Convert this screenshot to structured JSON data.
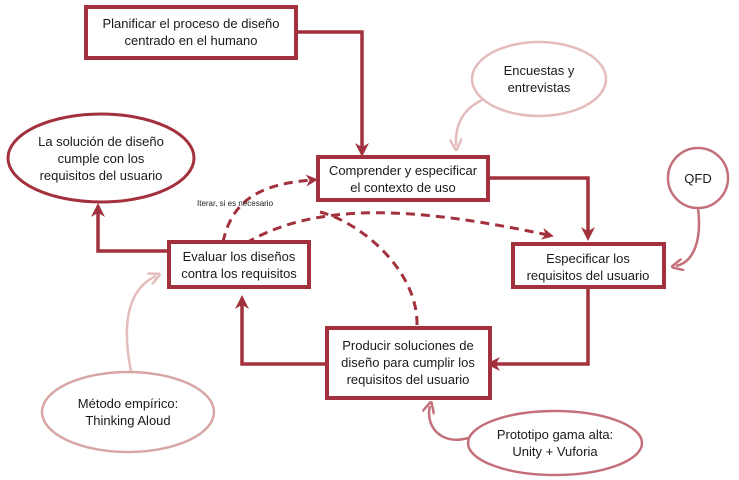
{
  "colors": {
    "primary": "#a3313d",
    "secondary": "#e5bcbc",
    "secondary_stroke": "#d8a5a5",
    "text": "#1a1a1a",
    "background": "#ffffff"
  },
  "nodes": {
    "plan": {
      "lines": [
        "Planificar el proceso de diseño",
        "centrado en el humano"
      ]
    },
    "context": {
      "lines": [
        "Comprender y especificar",
        "el contexto de uso"
      ]
    },
    "requirements": {
      "lines": [
        "Especificar los",
        "requisitos del usuario"
      ]
    },
    "produce": {
      "lines": [
        "Producir soluciones de",
        "diseño para cumplir los",
        "requisitos del usuario"
      ]
    },
    "evaluate": {
      "lines": [
        "Evaluar los diseños",
        "contra los requisitos"
      ]
    },
    "solution": {
      "lines": [
        "La solución de diseño",
        "cumple con los",
        "requisitos del usuario"
      ]
    }
  },
  "annotations": {
    "surveys": {
      "lines": [
        "Encuestas y",
        "entrevistas"
      ]
    },
    "qfd": {
      "lines": [
        "QFD"
      ]
    },
    "thinking_aloud": {
      "lines": [
        "Método empírico:",
        "Thinking Aloud"
      ]
    },
    "prototype": {
      "lines": [
        "Prototipo gama alta:",
        "Unity + Vuforia"
      ]
    }
  },
  "iterate_label": "Iterar, si es necesario"
}
